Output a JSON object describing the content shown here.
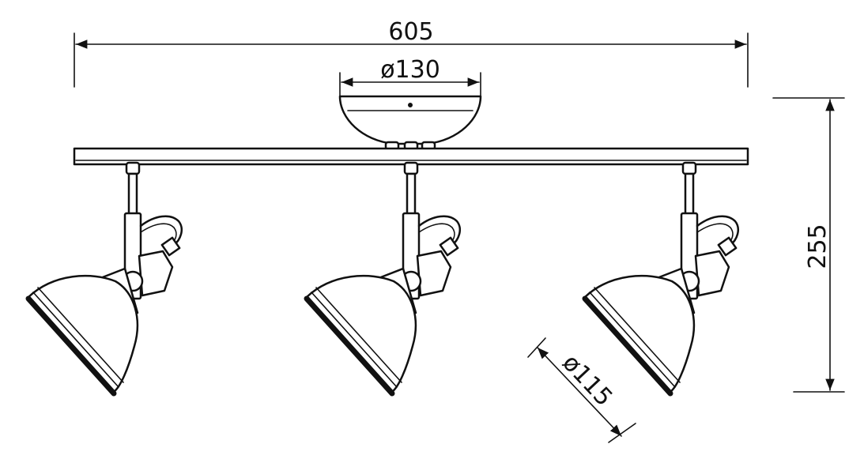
{
  "dimensions": {
    "overall_width": "605",
    "canopy_diameter": "ø130",
    "overall_height": "255",
    "shade_diameter": "ø115"
  }
}
